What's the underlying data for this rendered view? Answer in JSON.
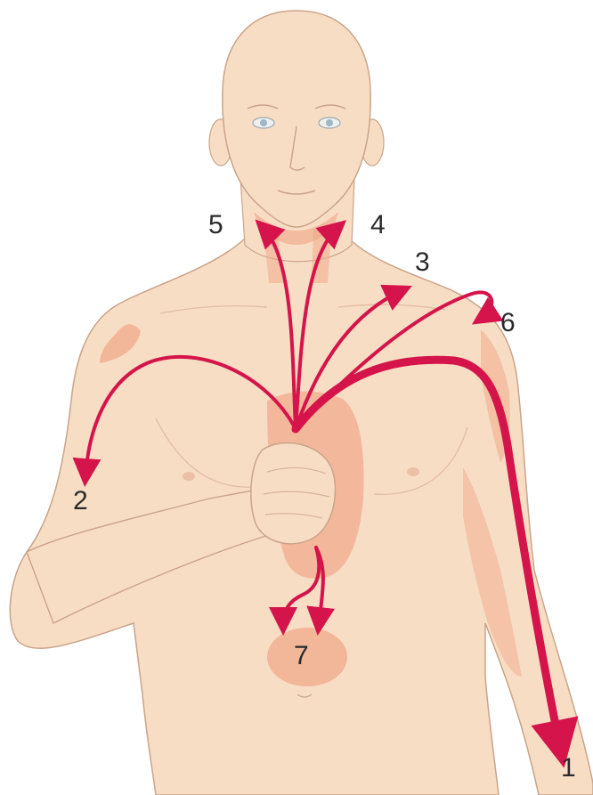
{
  "colors": {
    "skin": "#f8ddc5",
    "skin_outline": "#c9a48a",
    "pain_zone": "#f0a585",
    "arrow": "#d4144a",
    "label_text": "#2a2a2a"
  },
  "labels": {
    "n1": "1",
    "n2": "2",
    "n3": "3",
    "n4": "4",
    "n5": "5",
    "n6": "6",
    "n7": "7"
  }
}
